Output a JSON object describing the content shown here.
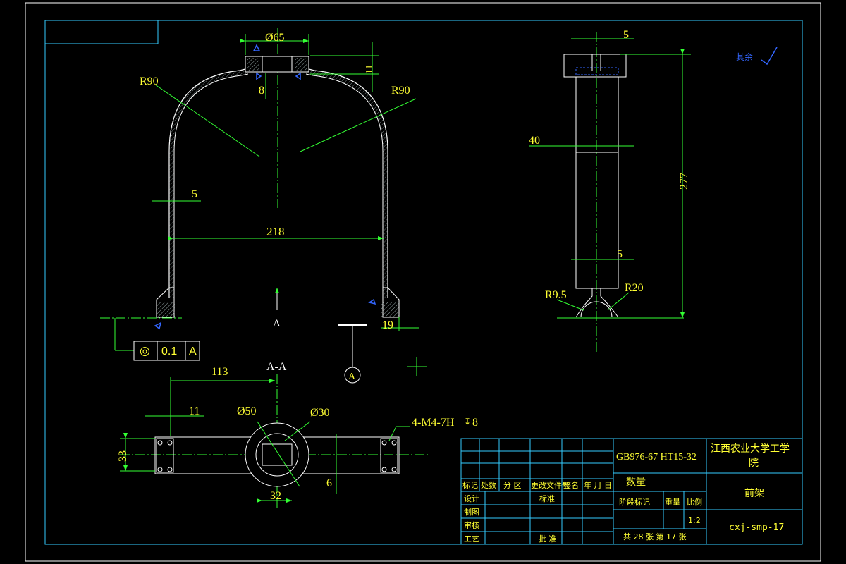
{
  "title_block": {
    "material": "GB976-67 HT15-32",
    "school": "江西农业大学工学",
    "school_line2": "院",
    "qty_label": "数量",
    "part_name": "前架",
    "drawing_no": "cxj-smp-17",
    "stage_label": "阶段标记",
    "weight_label": "重量",
    "scale_label": "比例",
    "scale": "1:2",
    "sheets": "共 28 张  第 17 张",
    "rev_row": [
      "标记",
      "处数",
      "分 区",
      "更改文件号",
      "签名",
      "年 月 日"
    ],
    "design": "设计",
    "standard": "标准",
    "draw": "制图",
    "review": "审核",
    "process": "工艺",
    "approve": "批 准"
  },
  "roughness_note": "其余",
  "front_view": {
    "dim_top_dia": "Ø65",
    "dim_11": "11",
    "dim_8": "8",
    "dim_r90_left": "R90",
    "dim_r90_right": "R90",
    "dim_5": "5",
    "dim_218": "218",
    "dim_19": "19",
    "section_arrow": "A",
    "datum": "A",
    "gdt_symbol": "◎",
    "gdt_value": "0.1",
    "gdt_datum": "A"
  },
  "side_view": {
    "dim_top5": "5",
    "dim_40": "40",
    "dim_277": "277",
    "dim_bottom5": "5",
    "dim_r95": "R9.5",
    "dim_r20": "R20"
  },
  "section_view": {
    "title": "A-A",
    "dim_113": "113",
    "dim_11": "11",
    "dim_o50": "Ø50",
    "dim_o30": "Ø30",
    "thread": "4-M4-7H",
    "thread_depth": "8",
    "dim_33": "33",
    "dim_32": "32",
    "dim_6": "6"
  }
}
